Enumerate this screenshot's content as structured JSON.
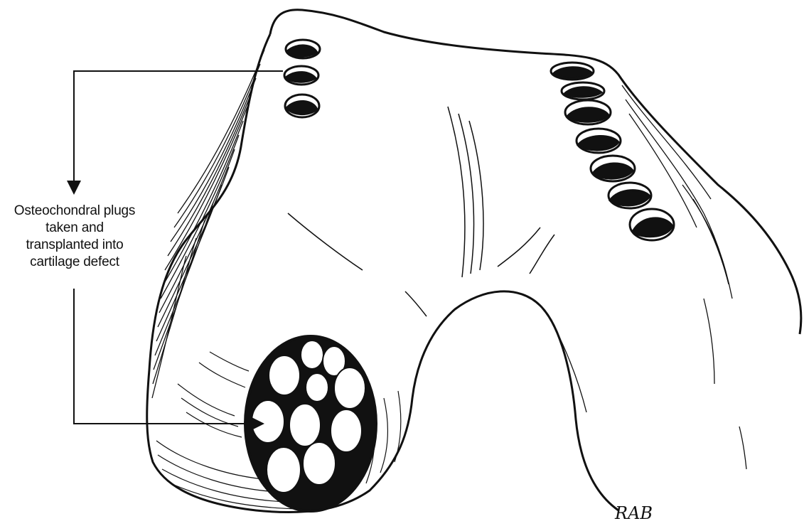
{
  "callout": {
    "lines": [
      "Osteochondral plugs",
      "taken and",
      "transplanted into",
      "cartilage defect"
    ]
  },
  "signature": "RAB",
  "colors": {
    "ink": "#111111",
    "paper": "#ffffff"
  }
}
